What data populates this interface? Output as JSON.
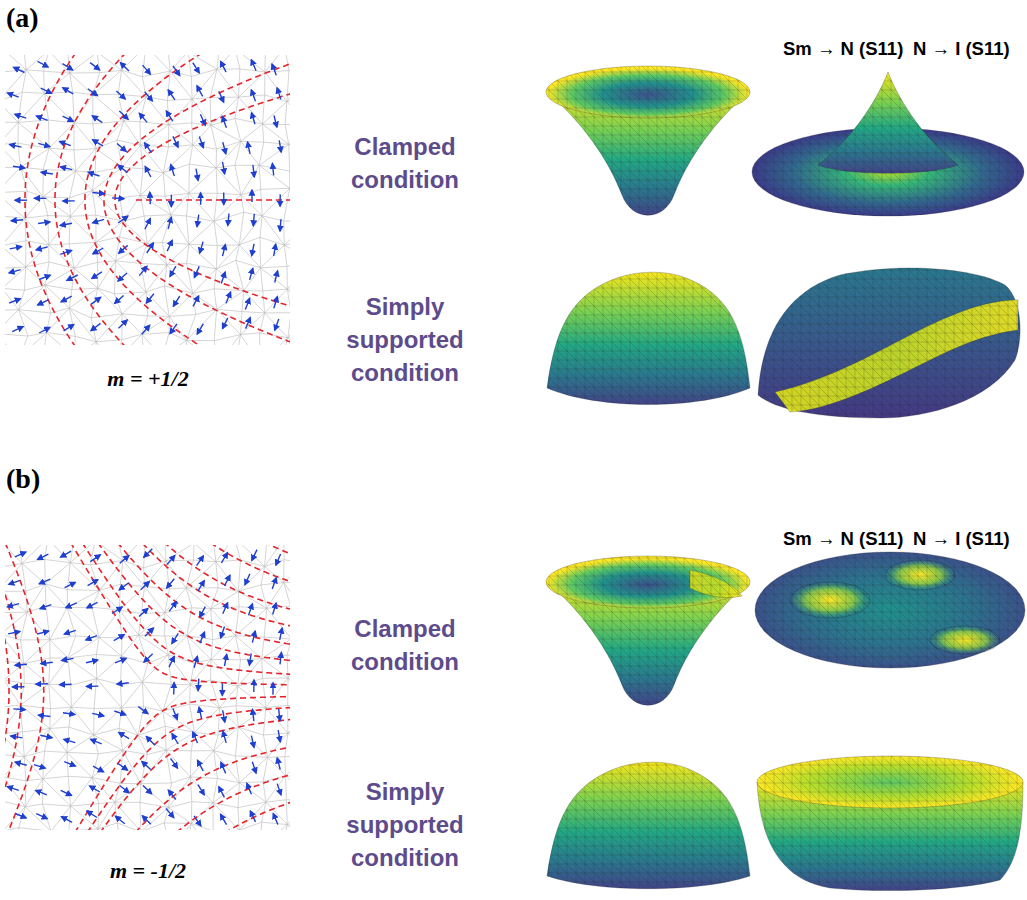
{
  "diagram": {
    "labels": [
      "(a)",
      "Sm → N (S11)",
      "N → I (S11)",
      "Clamped condition",
      "Simply supported condition",
      "m = +1/2",
      "(b)",
      "Sm → N (S11)",
      "N → I (S11)",
      "Clamped condition",
      "Simply supported condition",
      "m = -1/2"
    ]
  }
}
